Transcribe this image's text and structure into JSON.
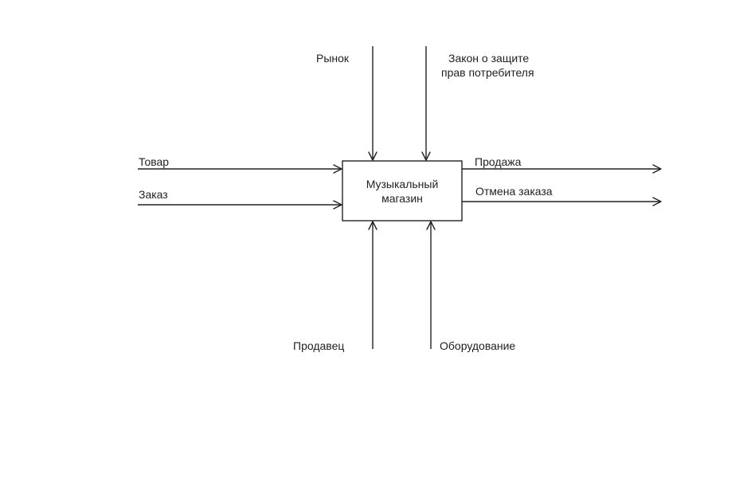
{
  "diagram": {
    "box": {
      "line1": "Музыкальный",
      "line2": "магазин"
    },
    "controls": {
      "market": "Рынок",
      "law_line1": "Закон о защите",
      "law_line2": "прав потребителя"
    },
    "inputs": {
      "goods": "Товар",
      "order": "Заказ"
    },
    "outputs": {
      "sale": "Продажа",
      "cancel": "Отмена заказа"
    },
    "mechanisms": {
      "seller": "Продавец",
      "equipment": "Оборудование"
    }
  }
}
